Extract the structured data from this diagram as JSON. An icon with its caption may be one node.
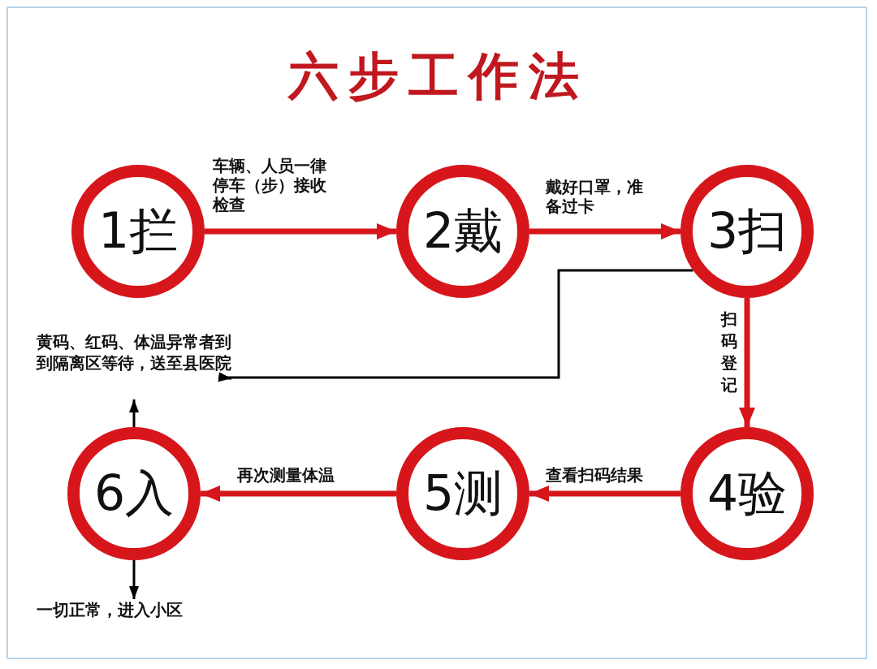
{
  "diagram": {
    "title": "六步工作法",
    "nodes": [
      {
        "text": [
          "1拦"
        ]
      },
      {
        "text": [
          "2戴"
        ]
      },
      {
        "text": [
          "3扫"
        ]
      },
      {
        "text": [
          "4验"
        ]
      },
      {
        "text": [
          "5测"
        ]
      },
      {
        "text": [
          "6入"
        ]
      },
      {
        "text": [
          "黄码、红码、体温异常者到到隔离区等待，送至县医院"
        ]
      },
      {
        "text": [
          "一切正常，进入小区"
        ]
      }
    ],
    "edges": [
      {
        "from": 0,
        "to": 1,
        "arrow": "to",
        "label": "车辆、人员一律停车（步）接收检查"
      },
      {
        "from": 1,
        "to": 2,
        "arrow": "to",
        "label": "戴好口罩，准备过卡"
      },
      {
        "from": 2,
        "to": 3,
        "arrow": "to",
        "label": "扫码登记"
      },
      {
        "from": 3,
        "to": 4,
        "arrow": "to",
        "label": "查看扫码结果"
      },
      {
        "from": 4,
        "to": 5,
        "arrow": "to",
        "label": "再次测量体温"
      },
      {
        "from": 2,
        "to": 6,
        "arrow": "to",
        "color": "#000000"
      },
      {
        "from": 5,
        "to": 6,
        "arrow": "to",
        "color": "#000000"
      },
      {
        "from": 5,
        "to": 7,
        "arrow": "to",
        "color": "#000000"
      }
    ]
  }
}
